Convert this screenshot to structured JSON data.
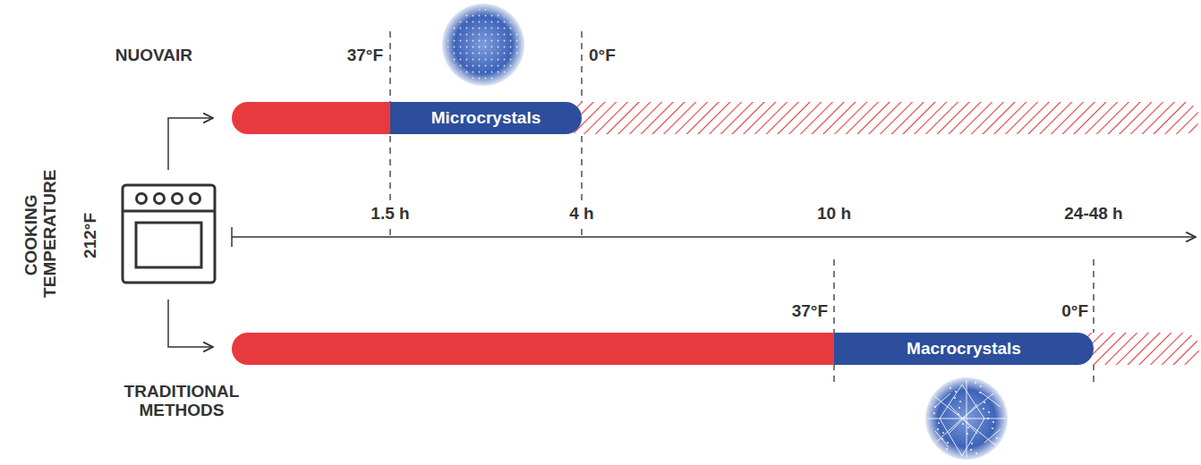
{
  "diagram": {
    "nodes": [
      {
        "text": [
          "Microcrystals"
        ]
      },
      {
        "text": [
          "Macrocrystals"
        ]
      }
    ],
    "labels": [
      "NUOVAIR",
      "37°F",
      "0°F",
      "COOKING TEMPERATURE",
      "212°F",
      "1.5 h",
      "4 h",
      "10 h",
      "24-48 h",
      "37°F",
      "0°F",
      "TRADITIONAL METHODS"
    ]
  }
}
